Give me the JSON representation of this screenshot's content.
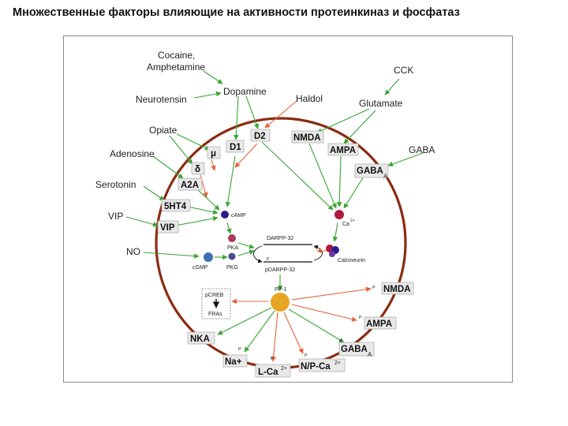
{
  "title": "Множественные факторы влияющие на активности протеинкиназ и фосфатаз",
  "diagram": {
    "inputs": {
      "cocaine": "Cocaine,",
      "amphetamine": "Amphetamine",
      "neurotensin": "Neurotensin",
      "opiate": "Opiate",
      "adenosine": "Adenosine",
      "serotonin": "Serotonin",
      "vip": "VIP",
      "no": "NO",
      "haldol": "Haldol",
      "cck": "CCK",
      "gaba": "GABA"
    },
    "transmitters": {
      "dopamine": "Dopamine",
      "glutamate": "Glutamate"
    },
    "receptors": {
      "d1": "D1",
      "d2": "D2",
      "mu": "μ",
      "delta": "δ",
      "a2a": "A2A",
      "ht4": "5HT4",
      "vip": "VIP",
      "nmda": "NMDA",
      "ampa": "AMPA",
      "gaba_a": "GABA",
      "gaba_a_sub": "A"
    },
    "messengers": {
      "camp": "cAMP",
      "ca": "Ca",
      "ca_sup": "2+",
      "pka": "PKA",
      "pkg": "PKG",
      "cgmp": "cGMP",
      "calcineurin": "Calcineurin",
      "darpp": "DARPP-32",
      "pdarpp": "pDARPP-32",
      "p": "P"
    },
    "targets": {
      "pp1": "PP-1",
      "pcreb": "pCREB",
      "fras": "FRAs",
      "nmda": "NMDA",
      "ampa": "AMPA",
      "gaba_a": "GABA",
      "gaba_a_sub": "A",
      "nka": "NKA",
      "na": "Na+",
      "lca": "L-Ca",
      "lca_sup": "2+",
      "npca": "N/P-Ca",
      "npca_sup": "2+",
      "p": "P"
    },
    "colors": {
      "activation": "#3aa535",
      "inhibition": "#e5603a",
      "membrane": "#8b2c12",
      "pp1": "#e6a623",
      "camp": "#2d1b8c",
      "ca": "#b01840",
      "pka": "#a83a5a",
      "pkg": "#4b4b8c",
      "cgmp": "#3f6fb5"
    }
  }
}
